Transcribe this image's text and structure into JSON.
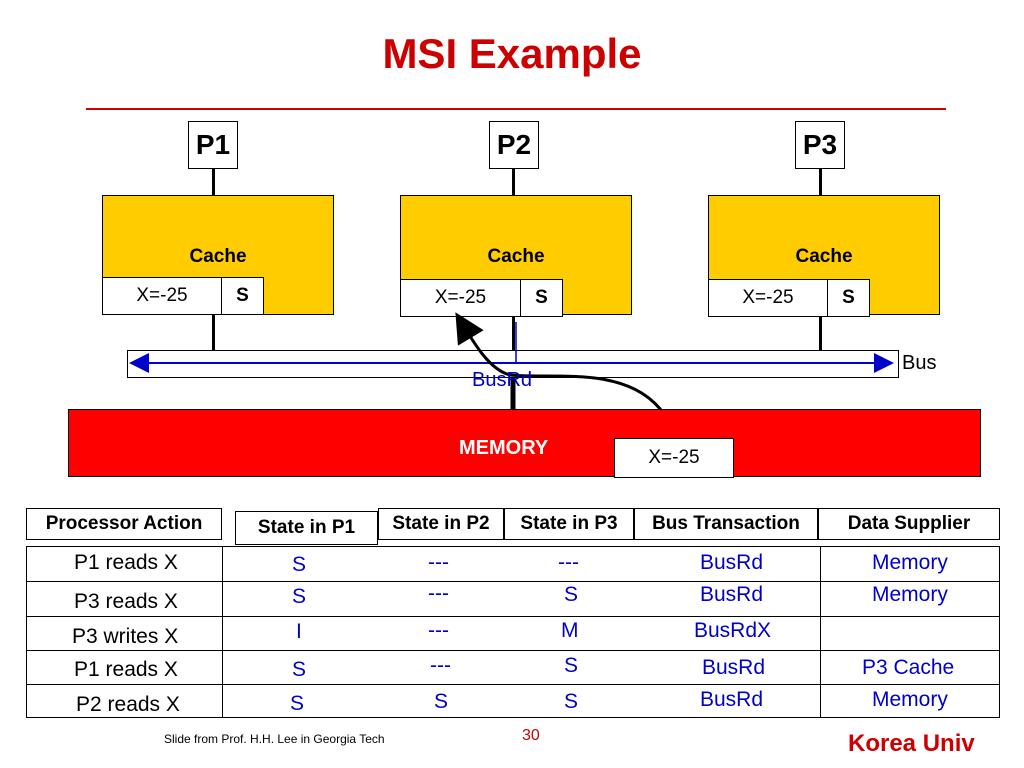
{
  "title": "MSI Example",
  "processors": [
    {
      "label": "P1",
      "cache_label": "Cache",
      "entry_value": "X=-25",
      "entry_state": "S"
    },
    {
      "label": "P2",
      "cache_label": "Cache",
      "entry_value": "X=-25",
      "entry_state": "S"
    },
    {
      "label": "P3",
      "cache_label": "Cache",
      "entry_value": "X=-25",
      "entry_state": "S"
    }
  ],
  "bus_label": "Bus",
  "bus_transaction_label": "BusRd",
  "memory": {
    "label": "MEMORY",
    "value": "X=-25"
  },
  "table": {
    "headers": [
      "Processor Action",
      "State in P1",
      "State in P2",
      "State in P3",
      "Bus Transaction",
      "Data Supplier"
    ],
    "rows": [
      [
        "P1 reads X",
        "S",
        "---",
        "---",
        "BusRd",
        "Memory"
      ],
      [
        "P3 reads X",
        "S",
        "---",
        "S",
        "BusRd",
        "Memory"
      ],
      [
        "P3 writes X",
        "I",
        "---",
        "M",
        "BusRdX",
        ""
      ],
      [
        "P1 reads X",
        "S",
        "---",
        "S",
        "BusRd",
        "P3 Cache"
      ],
      [
        "P2 reads X",
        "S",
        "S",
        "S",
        "BusRd",
        "Memory"
      ]
    ]
  },
  "footer": {
    "credit": "Slide from Prof. H.H. Lee in Georgia Tech",
    "page": "30",
    "brand": "Korea Univ"
  },
  "colors": {
    "title": "#cc0000",
    "cache": "#ffcc00",
    "memory": "#ff0000",
    "table_value": "#0000cc",
    "bus_arrow": "#0000cc"
  }
}
